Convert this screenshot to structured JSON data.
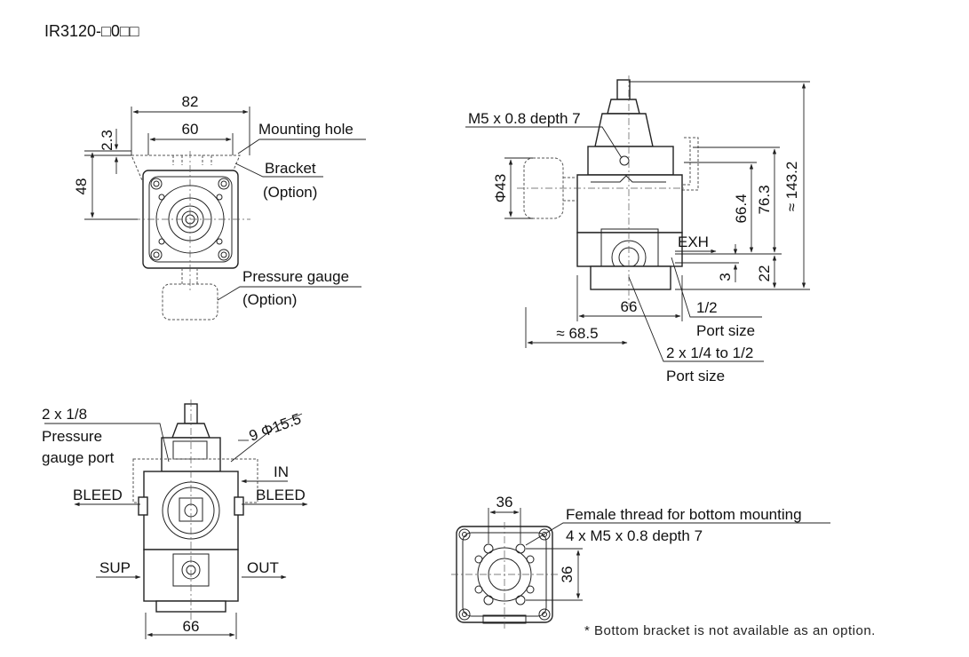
{
  "title": "IR3120-□0□□",
  "top_left_view": {
    "dim_82": "82",
    "dim_60": "60",
    "dim_2_3": "2.3",
    "dim_48": "48",
    "label_mounting_hole": "Mounting hole",
    "label_bracket": "Bracket",
    "label_bracket_option": "(Option)",
    "label_pressure_gauge": "Pressure gauge",
    "label_pressure_gauge_option": "(Option)"
  },
  "side_view": {
    "label_m5": "M5 x 0.8 depth 7",
    "dim_phi43": "Φ43",
    "dim_66_4": "66.4",
    "dim_76_3": "76.3",
    "dim_143_2": "≈ 143.2",
    "label_exh": "EXH",
    "dim_3": "3",
    "dim_22": "22",
    "dim_66": "66",
    "dim_68_5": "≈ 68.5",
    "label_half": "1/2",
    "label_port_size_1": "Port size",
    "label_port_range": "2 x 1/4 to 1/2",
    "label_port_size_2": "Port size"
  },
  "front_view": {
    "label_2x18": "2 x 1/8",
    "label_pressure": "Pressure",
    "label_gauge_port": "gauge port",
    "dim_9_phi15_5": "9  Φ15.5",
    "label_in": "IN",
    "label_bleed_left": "BLEED",
    "label_bleed_right": "BLEED",
    "label_sup": "SUP",
    "label_out": "OUT",
    "dim_66": "66"
  },
  "bottom_view": {
    "dim_36_top": "36",
    "dim_36_side": "36",
    "label_female_thread": "Female thread for bottom mounting",
    "label_m5_holes": "4 x M5 x 0.8 depth 7"
  },
  "note": "* Bottom bracket is not available as an option."
}
